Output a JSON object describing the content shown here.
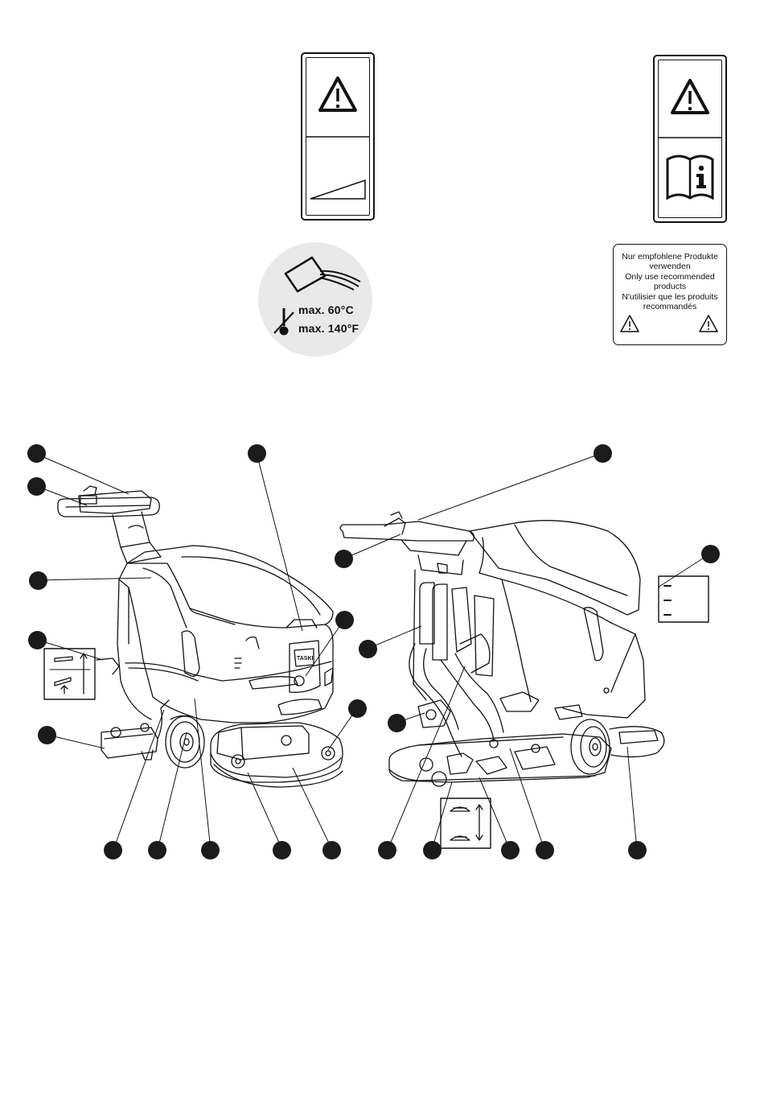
{
  "temperature_label": {
    "line1": "max. 60°C",
    "line2": "max. 140°F"
  },
  "notice_label": {
    "lines": [
      "Nur empfohlene Produkte",
      "verwenden",
      "Only use recommended",
      "products",
      "N'utilisier que les produits",
      "recommandés"
    ]
  },
  "machine_brand_text": "TASKI",
  "icons": [
    "warning-triangle-icon",
    "incline-ramp-icon",
    "read-manual-icon",
    "thermometer-icon",
    "detergent-pour-icon"
  ],
  "colors": {
    "line": "#111111",
    "callout": "#1b1b1b",
    "badge": "#e9e9e9"
  }
}
